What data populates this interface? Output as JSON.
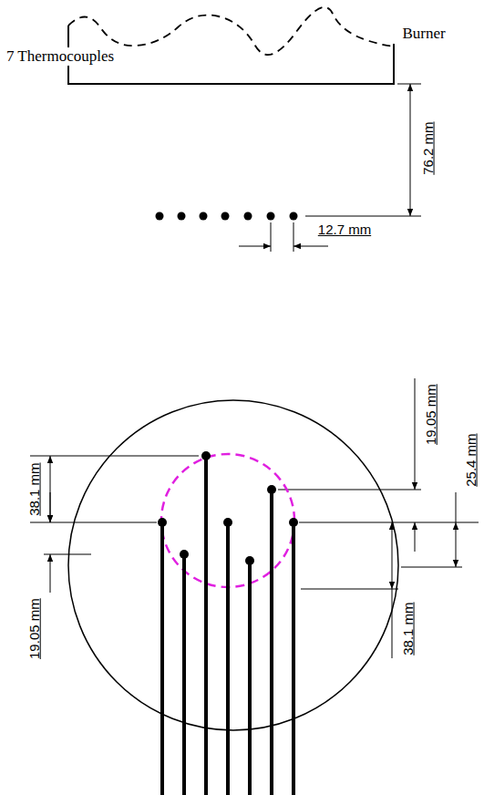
{
  "diagram": {
    "labels": [
      "Burner",
      "7 Thermocouples",
      "76.2 mm",
      "12.7 mm",
      "38.1 mm",
      "19.05 mm",
      "25.4 mm",
      "19.05 mm",
      "38.1 mm"
    ]
  }
}
